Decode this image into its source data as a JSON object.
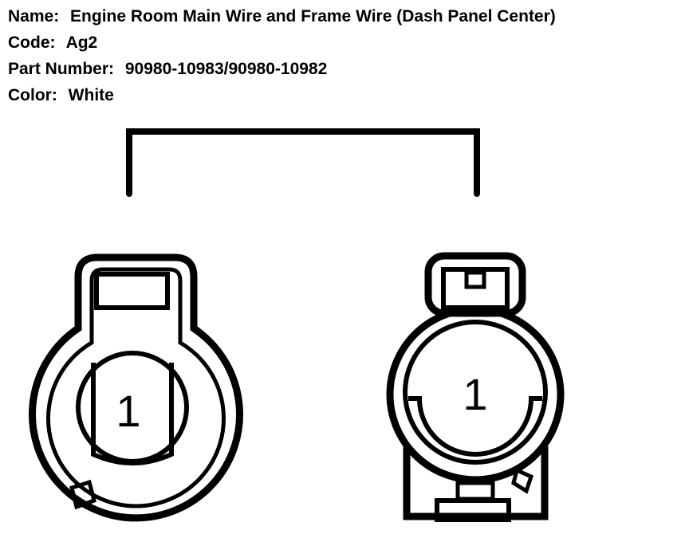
{
  "header": {
    "name_label": "Name:",
    "name_value": "Engine Room Main Wire and Frame Wire (Dash Panel Center)",
    "code_label": "Code:",
    "code_value": "Ag2",
    "part_label": "Part Number:",
    "part_value": "90980-10983/90980-10982",
    "color_label": "Color:",
    "color_value": "White"
  },
  "connectors": {
    "left_pin": "1",
    "right_pin": "1"
  }
}
